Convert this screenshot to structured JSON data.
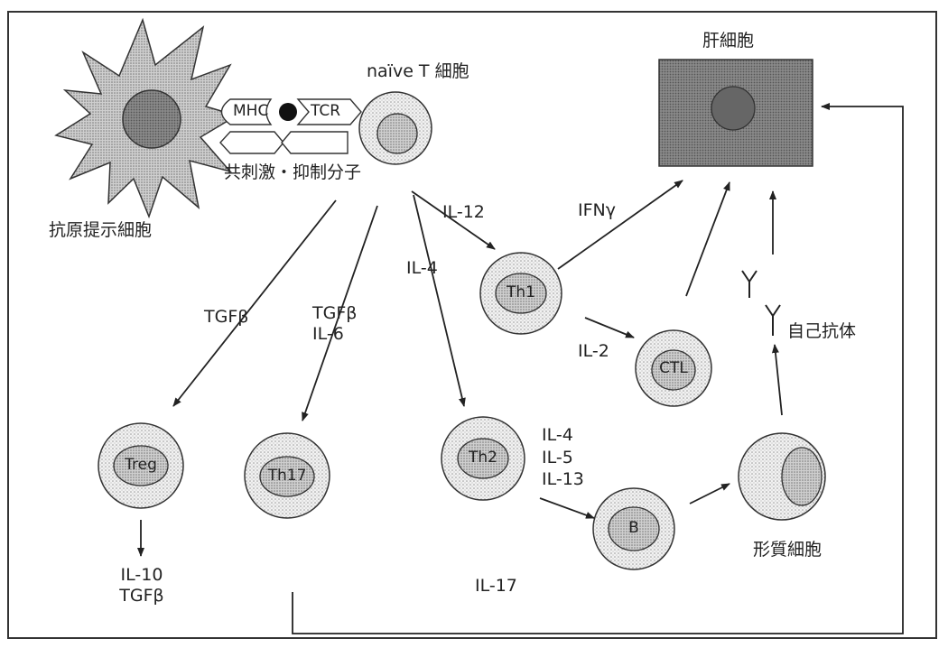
{
  "cells": {
    "naive_t": "naïve T 細胞",
    "apc": "抗原提示細胞",
    "th1": "Th1",
    "th2": "Th2",
    "th17": "Th17",
    "treg": "Treg",
    "ctl": "CTL",
    "b": "B",
    "plasma": "形質細胞",
    "hepatocyte": "肝細胞"
  },
  "receptors": {
    "mhc": "MHC",
    "tcr": "TCR",
    "costim": "共刺激・抑制分子"
  },
  "cytokines": {
    "il12": "IL-12",
    "il4": "IL-4",
    "tgfb_treg": "TGFβ",
    "th17_tgfb": "TGFβ",
    "th17_il6": "IL-6",
    "ifng": "IFNγ",
    "il2": "IL-2",
    "th2_il4": "IL-4",
    "th2_il5": "IL-5",
    "th2_il13": "IL-13",
    "treg_il10": "IL-10",
    "treg_tgfb": "TGFβ",
    "il17": "IL-17"
  },
  "antibody": "自己抗体"
}
